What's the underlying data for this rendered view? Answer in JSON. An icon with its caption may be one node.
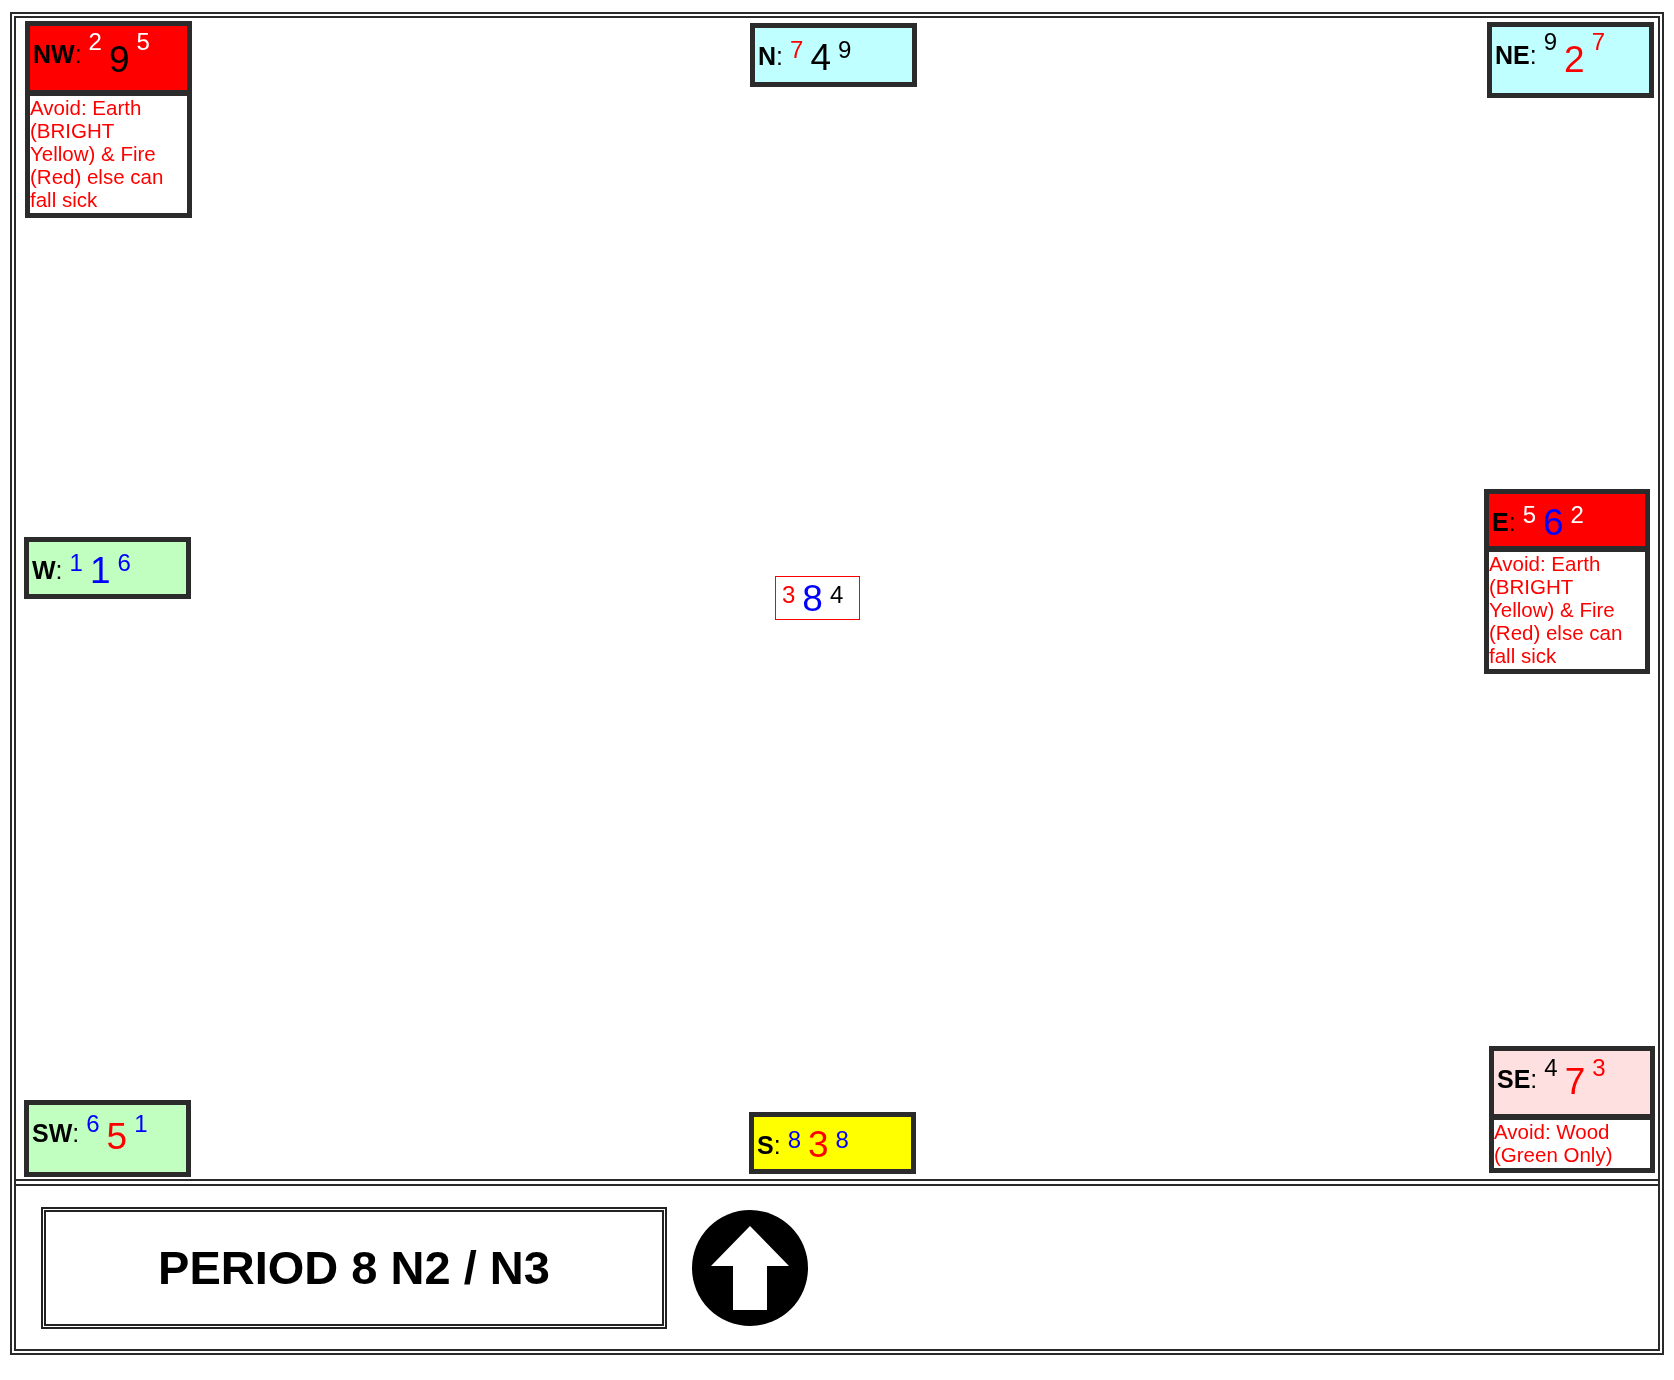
{
  "diagram": {
    "nodes": [
      {
        "text": [
          "**NW**:",
          "2",
          "9",
          "5"
        ]
      },
      {
        "text": [
          "Avoid: Earth (BRIGHT Yellow) & Fire (Red) else can fall sick"
        ]
      },
      {
        "text": [
          "**N**:",
          "7",
          "4",
          "9"
        ]
      },
      {
        "text": [
          "**NE**:",
          "9",
          "2",
          "7"
        ]
      },
      {
        "text": [
          "**W**:",
          "1",
          "1",
          "6"
        ]
      },
      {
        "text": [
          "3",
          "8",
          "4"
        ]
      },
      {
        "text": [
          "**E**:",
          "5",
          "6",
          "2"
        ]
      },
      {
        "text": [
          "Avoid: Earth (BRIGHT Yellow) & Fire (Red) else can fall sick"
        ]
      },
      {
        "text": [
          "**SW**:",
          "6",
          "5",
          "1"
        ]
      },
      {
        "text": [
          "**S**:",
          "8",
          "3",
          "8"
        ]
      },
      {
        "text": [
          "**SE**:",
          "4",
          "7",
          "3"
        ]
      },
      {
        "text": [
          "Avoid: Wood (Green Only)"
        ]
      },
      {
        "text": [
          "PERIOD 8 N2 / N3"
        ]
      }
    ]
  }
}
